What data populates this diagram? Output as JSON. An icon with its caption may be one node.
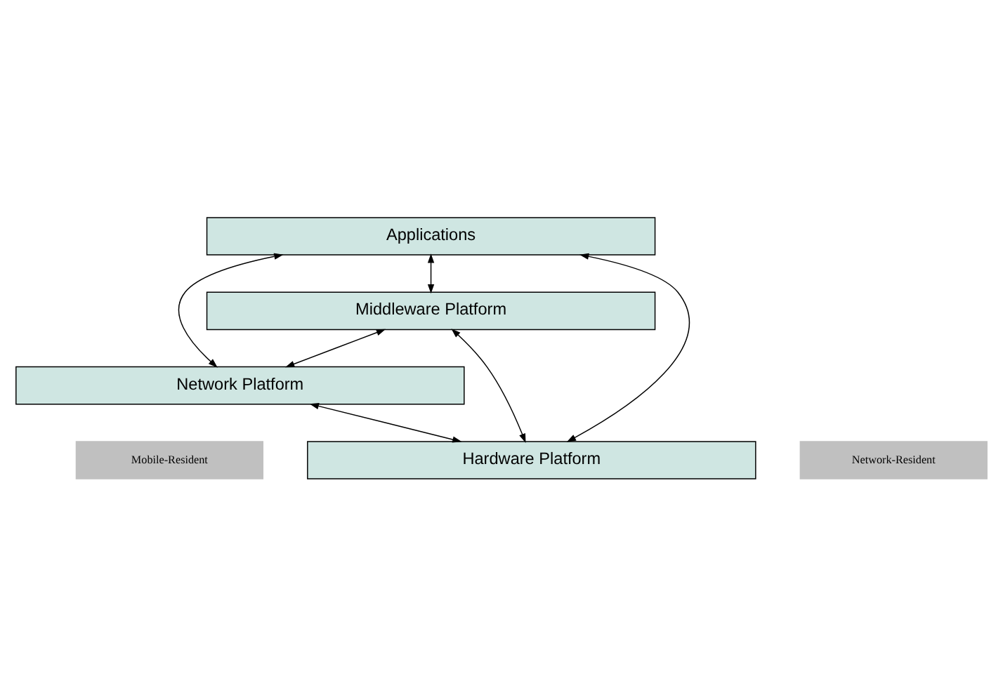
{
  "diagram": {
    "nodes": [
      {
        "text": [
          "Applications"
        ]
      },
      {
        "text": [
          "Middleware Platform"
        ]
      },
      {
        "text": [
          "Network Platform"
        ]
      },
      {
        "text": [
          "Hardware Platform"
        ]
      },
      {
        "text": [
          "Mobile-Resident"
        ]
      },
      {
        "text": [
          "Network-Resident"
        ]
      }
    ],
    "edges": [
      {
        "from": 0,
        "to": 1,
        "arrow": "both"
      },
      {
        "from": 0,
        "to": 2,
        "arrow": "both"
      },
      {
        "from": 0,
        "to": 3,
        "arrow": "both"
      },
      {
        "from": 1,
        "to": 2,
        "arrow": "both"
      },
      {
        "from": 1,
        "to": 3,
        "arrow": "both"
      },
      {
        "from": 2,
        "to": 3,
        "arrow": "both"
      }
    ]
  }
}
